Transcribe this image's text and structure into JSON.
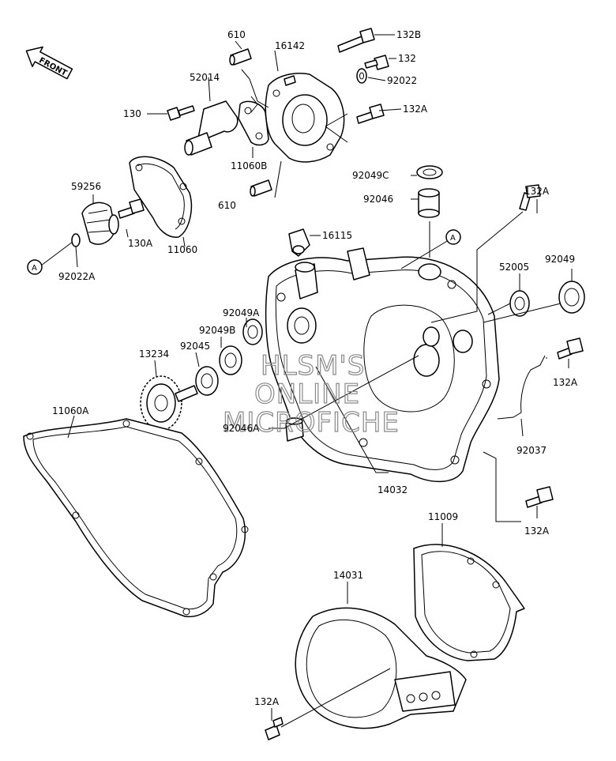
{
  "front_badge": "FRONT",
  "watermark": [
    "HLSM'S",
    "ONLINE",
    "MICROFICHE"
  ],
  "ref_marker": "A",
  "labels": {
    "p610a": "610",
    "p16142": "16142",
    "p132b": "132B",
    "p132": "132",
    "p52014": "52014",
    "p92022": "92022",
    "p130": "130",
    "p132a_top": "132A",
    "p11060b": "11060B",
    "p59256": "59256",
    "p92049c": "92049C",
    "p92046": "92046",
    "p610b": "610",
    "p132a_right1": "132A",
    "p130a": "130A",
    "p11060": "11060",
    "p16115": "16115",
    "p92022a": "92022A",
    "p52005": "52005",
    "p92049": "92049",
    "p92049a": "92049A",
    "p92049b": "92049B",
    "p13234": "13234",
    "p92045": "92045",
    "p132a_right2": "132A",
    "p11060a": "11060A",
    "p92046a": "92046A",
    "p92037": "92037",
    "p14032": "14032",
    "p132a_right3": "132A",
    "p11009": "11009",
    "p14031": "14031",
    "p132a_bottom": "132A"
  }
}
